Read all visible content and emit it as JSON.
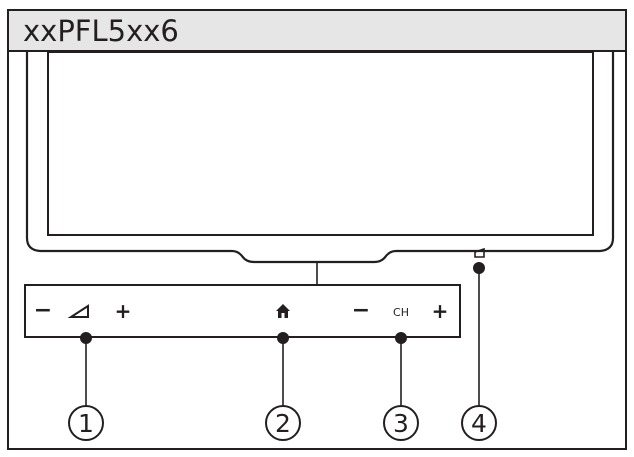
{
  "model": {
    "title": "xxPFL5xx6"
  },
  "control_panel": {
    "volume": {
      "minus_symbol": "−",
      "plus_symbol": "+",
      "icon": "volume-wedge-icon"
    },
    "home": {
      "icon": "home-icon"
    },
    "channel": {
      "minus_symbol": "−",
      "label": "CH",
      "plus_symbol": "+"
    },
    "sensor": {
      "icon": "sensor-icon"
    }
  },
  "callouts": [
    {
      "number": "1"
    },
    {
      "number": "2"
    },
    {
      "number": "3"
    },
    {
      "number": "4"
    }
  ],
  "colors": {
    "line": "#231f20",
    "header_background": "#e6e6e7",
    "background": "#ffffff"
  }
}
